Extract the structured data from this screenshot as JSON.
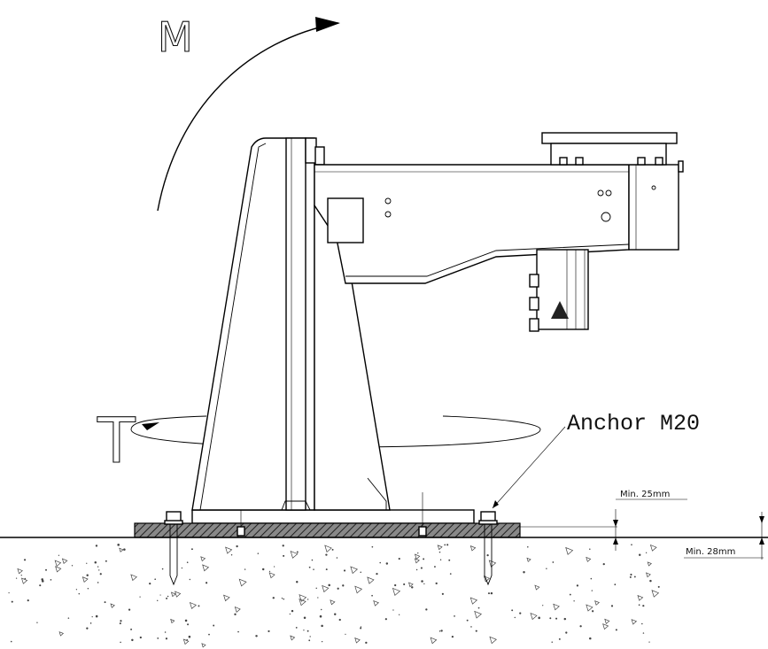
{
  "diagram": {
    "moment_label": "M",
    "torque_label": "T",
    "anchor_label": "Anchor M20",
    "min_top_label": "Min. 25mm",
    "min_bottom_label": "Min. 28mm"
  },
  "colors": {
    "line": "#000000",
    "background": "#ffffff",
    "concrete_speckle": "#444444"
  }
}
